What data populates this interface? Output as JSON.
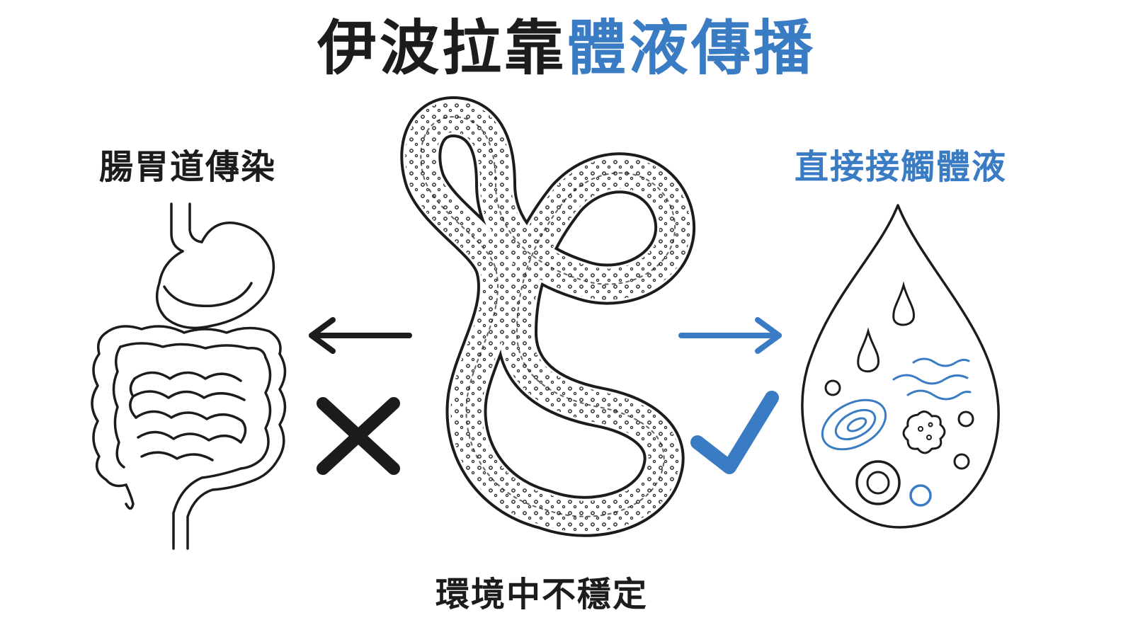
{
  "title": {
    "part1": "伊波拉靠",
    "part2": "體液傳播"
  },
  "left_label": "腸胃道傳染",
  "right_label": "直接接觸體液",
  "bottom_label": "環境中不穩定",
  "icons": {
    "left": "digestive-system-icon",
    "center": "ebola-virus-icon",
    "right": "body-fluid-drop-icon",
    "left_mark": "cross-mark-icon",
    "right_mark": "check-mark-icon"
  },
  "colors": {
    "dark": "#1c1c1c",
    "accent": "#3a7cc4"
  }
}
